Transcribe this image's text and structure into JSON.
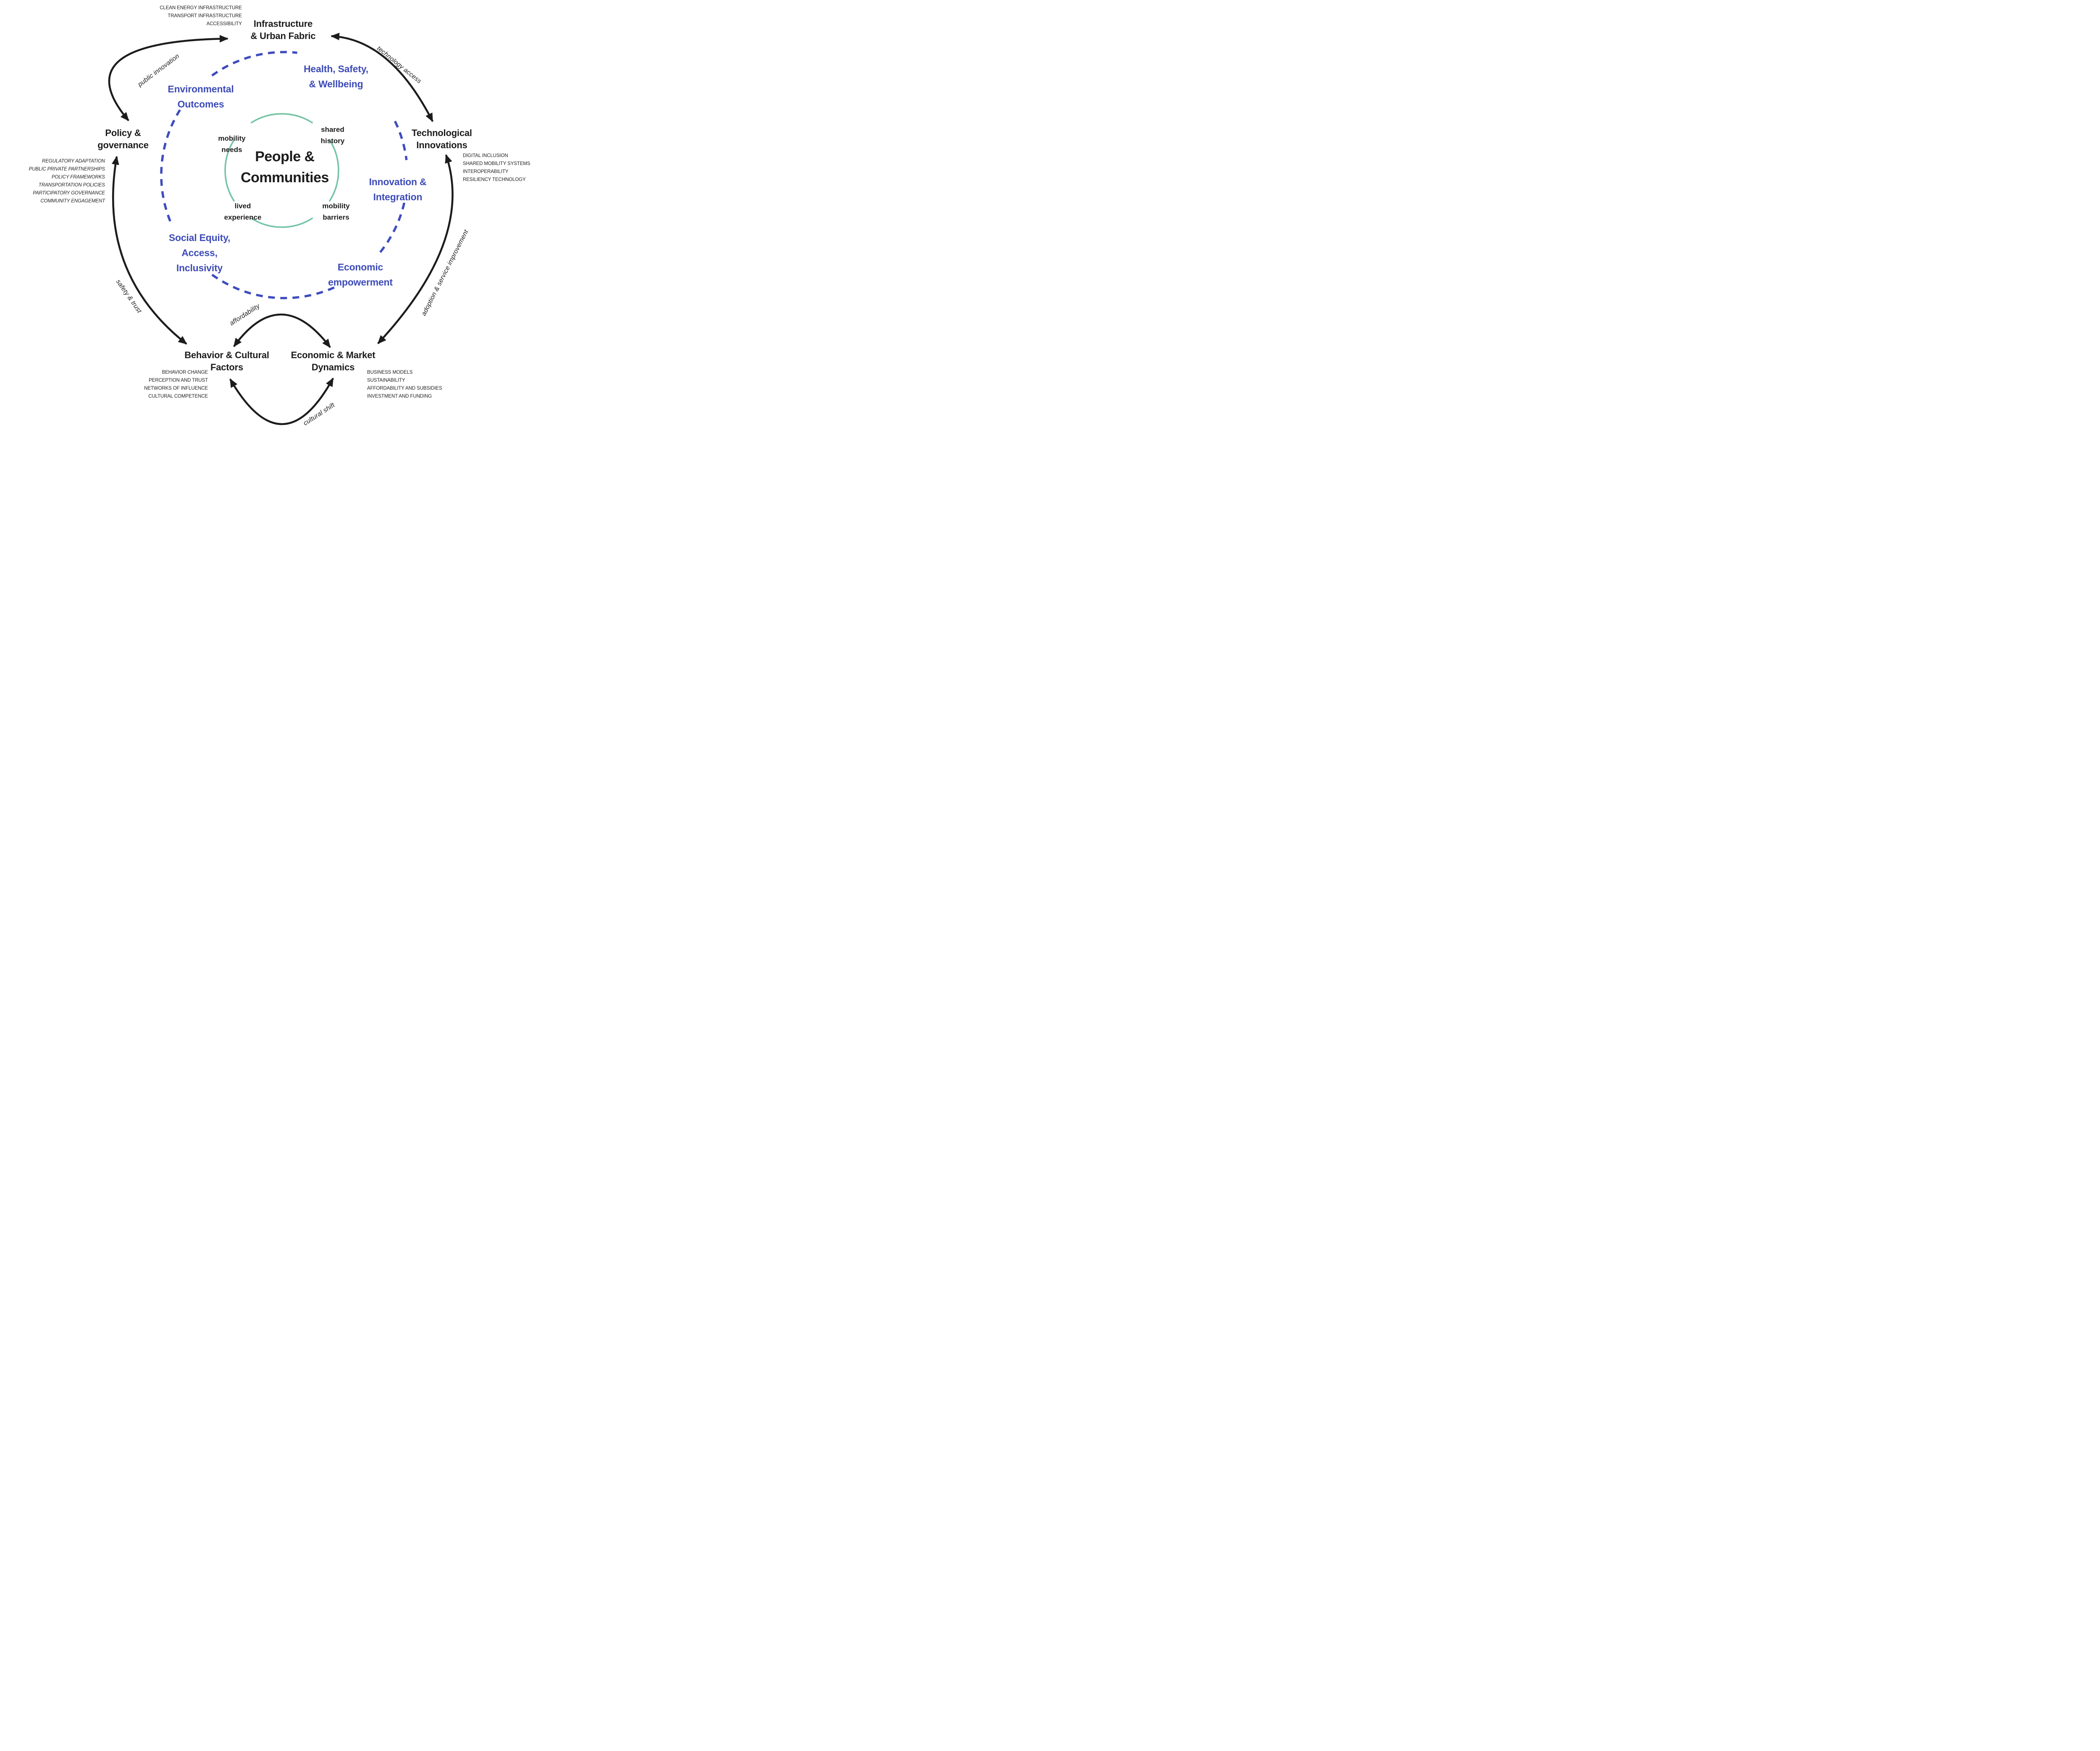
{
  "colors": {
    "accent_blue": "#3d4bb8",
    "teal": "#74c4a5",
    "black": "#1c1c1c"
  },
  "center": {
    "title": "People &\nCommunities",
    "ring_color": "#74c4a5",
    "facets": {
      "top_left": "mobility\nneeds",
      "top_right": "shared\nhistory",
      "bottom_left": "lived\nexperience",
      "bottom_right": "mobility\nbarriers"
    }
  },
  "inner_ring": {
    "style": "dashed",
    "color": "#3e4cbe",
    "labels": {
      "environmental": "Environmental\nOutcomes",
      "health": "Health, Safety,\n& Wellbeing",
      "innovation": "Innovation &\nIntegration",
      "economic_empowerment": "Economic\nempowerment",
      "social_equity": "Social Equity,\nAccess,\nInclusivity"
    }
  },
  "outer_nodes": {
    "infrastructure": {
      "label": "Infrastructure\n& Urban Fabric",
      "items": [
        "CLEAN ENERGY INFRASTRUCTURE",
        "TRANSPORT INFRASTRUCTURE",
        "ACCESSIBILITY"
      ]
    },
    "policy": {
      "label": "Policy &\ngovernance",
      "items": [
        "REGULATORY ADAPTATION",
        "PUBLIC PRIVATE PARTNERSHIPS",
        "POLICY FRAMEWORKS",
        "TRANSPORTATION POLICIES",
        "PARTICIPATORY GOVERNANCE",
        "COMMUNITY ENGAGEMENT"
      ]
    },
    "technological": {
      "label": "Technological\nInnovations",
      "items": [
        "DIGITAL INCLUSION",
        "SHARED MOBILITY SYSTEMS",
        "INTEROPERABILITY",
        "RESILIENCY TECHNOLOGY"
      ]
    },
    "behavior": {
      "label": "Behavior & Cultural\nFactors",
      "items": [
        "BEHAVIOR CHANGE",
        "PERCEPTION AND TRUST",
        "NETWORKS OF INFLUENCE",
        "CULTURAL COMPETENCE"
      ]
    },
    "economic_market": {
      "label": "Economic & Market\nDynamics",
      "items": [
        "BUSINESS MODELS",
        "SUSTAINABILITY",
        "AFFORDABILITY AND SUBSIDIES",
        "INVESTMENT AND FUNDING"
      ]
    }
  },
  "flow_labels": {
    "public_innovation": "public innovation",
    "technology_access": "technology access",
    "safety_trust": "safety & trust",
    "adoption": "adoption & service improvement",
    "affordability": "affordability",
    "cultural_shift": "cultural shift"
  }
}
